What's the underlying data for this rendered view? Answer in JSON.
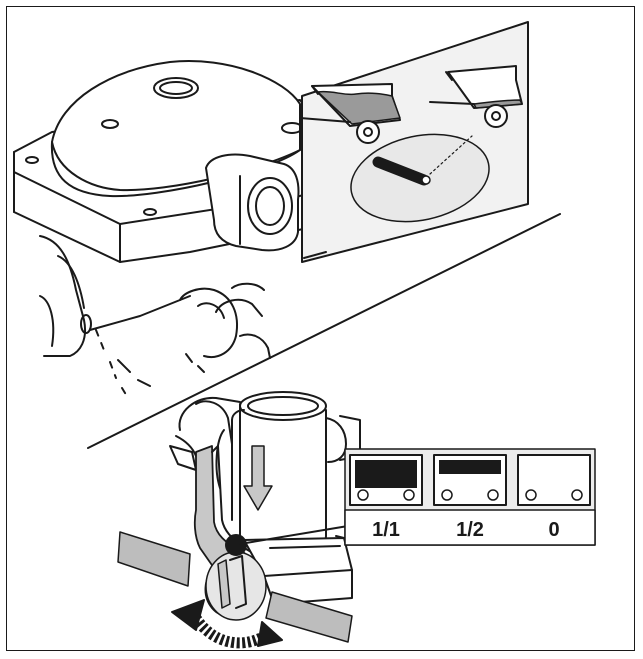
{
  "colors": {
    "line": "#1a1a1a",
    "panel": "#f2f2f2",
    "ellipse": "#e8e8e8",
    "lever": "#c8c8c8",
    "strap": "#bdbdbd",
    "gauge_fill": "#1a1a1a"
  },
  "icons": {
    "full_trailer": "trailer-full-icon",
    "empty_trailer": "trailer-empty-icon",
    "direction": "down-arrow-icon",
    "rotation": "rotation-arrow-icon"
  },
  "gauge": {
    "labels": [
      "1/1",
      "1/2",
      "0"
    ],
    "fill_levels": [
      1.0,
      0.5,
      0.0
    ]
  }
}
